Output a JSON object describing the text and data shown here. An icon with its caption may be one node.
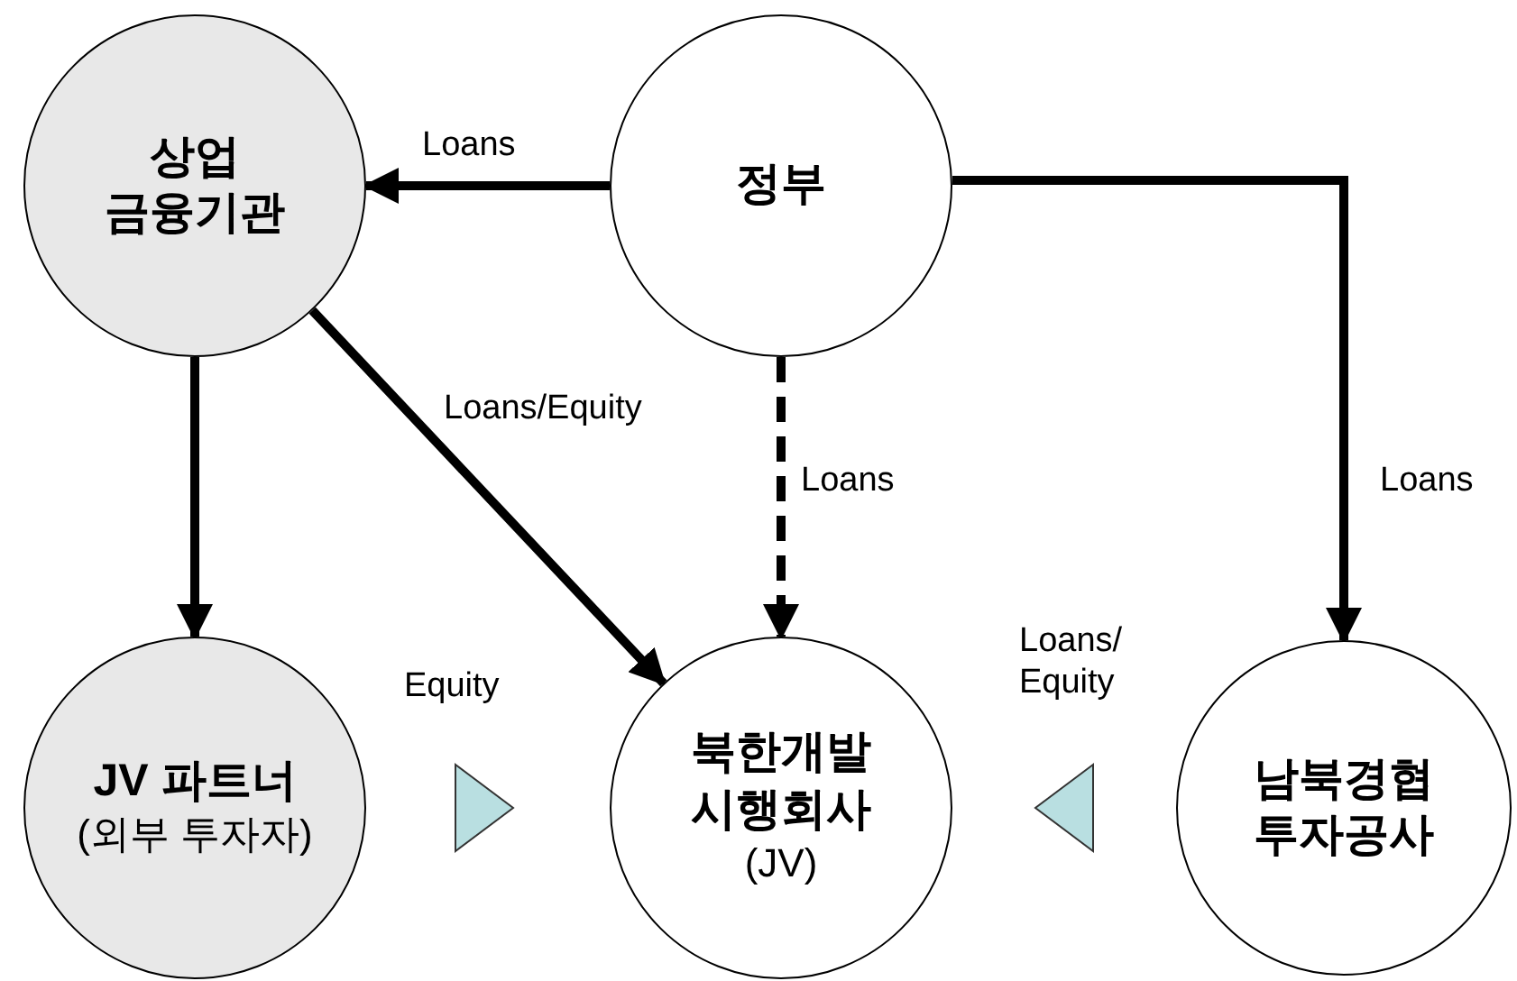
{
  "diagram": {
    "nodes": [
      {
        "text": [
          "상업 금융기관"
        ]
      },
      {
        "text": [
          "정부"
        ]
      },
      {
        "text": [
          "JV 파트너",
          "(외부 투자자)"
        ]
      },
      {
        "text": [
          "북한개발 시행회사",
          "(JV)"
        ]
      },
      {
        "text": [
          "남북경협 투자공사"
        ]
      }
    ],
    "edges": [
      {
        "from": 1,
        "to": 0,
        "arrow": "to",
        "label": "Loans"
      },
      {
        "from": 0,
        "to": 3,
        "arrow": "to",
        "label": "Loans/Equity"
      },
      {
        "from": 1,
        "to": 3,
        "arrow": "to",
        "label": "Loans",
        "style": "dashed"
      },
      {
        "from": 1,
        "to": 4,
        "arrow": "to",
        "label": "Loans"
      },
      {
        "from": 0,
        "to": 2,
        "arrow": "to"
      },
      {
        "from": 2,
        "to": 3,
        "arrow": "to",
        "label": "Equity",
        "color": "#b9dfe1"
      },
      {
        "from": 4,
        "to": 3,
        "arrow": "to",
        "label": "Loans/ Equity",
        "color": "#b9dfe1"
      }
    ]
  }
}
